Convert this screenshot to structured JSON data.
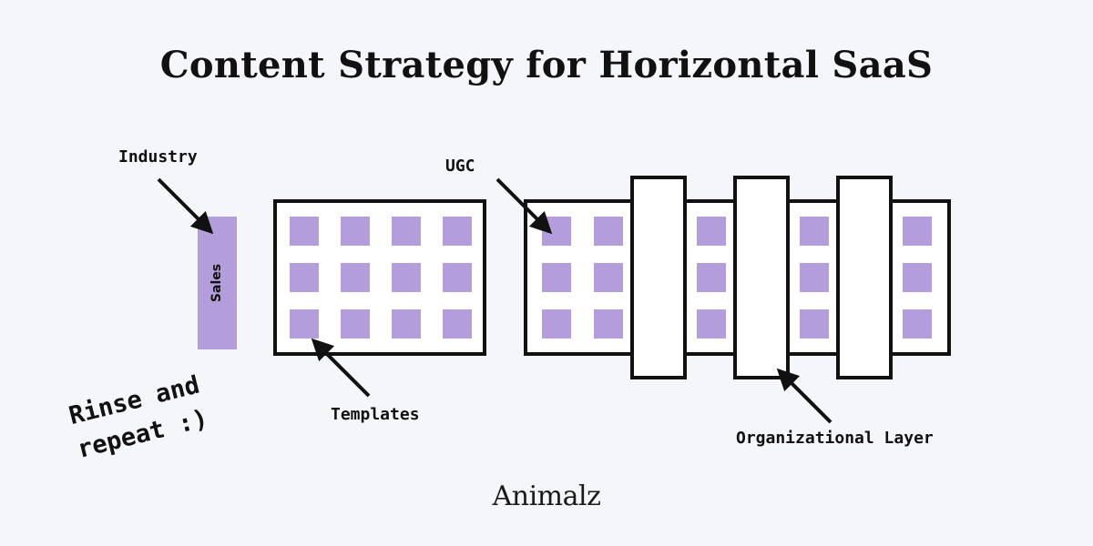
{
  "title": "Content Strategy for Horizontal SaaS",
  "labels": {
    "industry": "Industry",
    "ugc": "UGC",
    "templates": "Templates",
    "organizational_layer": "Organizational Layer",
    "sales": "Sales"
  },
  "note": {
    "line1": "Rinse and",
    "line2": "repeat :)"
  },
  "brand": "Animalz",
  "colors": {
    "accent": "#b39ddb",
    "outline": "#111111",
    "background": "#f5f6fa",
    "box_fill": "#ffffff"
  },
  "grids": {
    "templates": {
      "rows": 3,
      "cols": 4
    },
    "ugc": {
      "rows": 3,
      "cols": 8
    }
  },
  "organizational_layer_count": 3
}
